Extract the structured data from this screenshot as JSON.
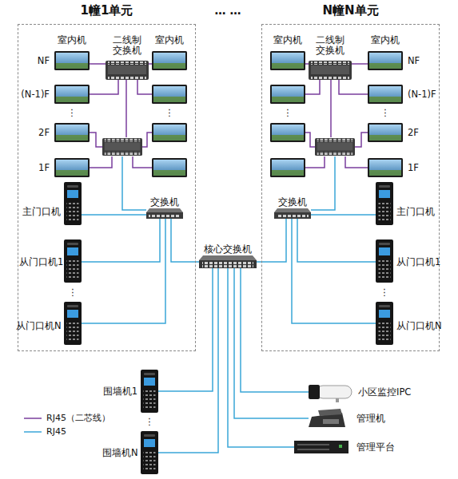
{
  "diagram": {
    "nodes": [
      {
        "text": [
          "1幢1单元"
        ]
      },
      {
        "text": [
          "二线制 交换机"
        ],
        "in": 0
      },
      {
        "text": [
          "交换机"
        ],
        "in": 0
      },
      {
        "text": [
          "主门口机"
        ],
        "in": 0
      },
      {
        "text": [
          "从门口机1"
        ],
        "in": 0
      },
      {
        "text": [
          "从门口机N"
        ],
        "in": 0
      },
      {
        "text": [
          "N幢N单元"
        ]
      },
      {
        "text": [
          "二线制 交换机"
        ],
        "in": 6
      },
      {
        "text": [
          "交换机"
        ],
        "in": 6
      },
      {
        "text": [
          "主门口机"
        ],
        "in": 6
      },
      {
        "text": [
          "从门口机1"
        ],
        "in": 6
      },
      {
        "text": [
          "从门口机N"
        ],
        "in": 6
      },
      {
        "text": [
          "核心交换机"
        ]
      },
      {
        "text": [
          "围墙机1"
        ]
      },
      {
        "text": [
          "围墙机N"
        ]
      },
      {
        "text": [
          "小区监控IPC"
        ]
      },
      {
        "text": [
          "管理机"
        ]
      },
      {
        "text": [
          "管理平台"
        ]
      }
    ],
    "edges": [
      {
        "from": 2,
        "to": 3,
        "arrow": "none"
      },
      {
        "from": 2,
        "to": 4,
        "arrow": "none"
      },
      {
        "from": 2,
        "to": 5,
        "arrow": "none"
      },
      {
        "from": 2,
        "to": 12,
        "arrow": "none"
      },
      {
        "from": 8,
        "to": 9,
        "arrow": "none"
      },
      {
        "from": 8,
        "to": 10,
        "arrow": "none"
      },
      {
        "from": 8,
        "to": 11,
        "arrow": "none"
      },
      {
        "from": 8,
        "to": 12,
        "arrow": "none"
      },
      {
        "from": 12,
        "to": 13,
        "arrow": "none"
      },
      {
        "from": 12,
        "to": 14,
        "arrow": "none"
      },
      {
        "from": 12,
        "to": 15,
        "arrow": "none"
      },
      {
        "from": 12,
        "to": 16,
        "arrow": "none"
      },
      {
        "from": 12,
        "to": 17,
        "arrow": "none"
      }
    ],
    "labels": [
      "… …",
      "室内机",
      "室内机",
      "NF",
      "(N-1)F",
      "⋮",
      "⋮",
      "2F",
      "1F",
      "⋮",
      "室内机",
      "室内机",
      "NF",
      "(N-1)F",
      "⋮",
      "⋮",
      "2F",
      "1F",
      "⋮",
      "⋮"
    ],
    "legend": [
      {
        "text": "RJ45（二芯线）"
      },
      {
        "text": "RJ45"
      }
    ]
  }
}
